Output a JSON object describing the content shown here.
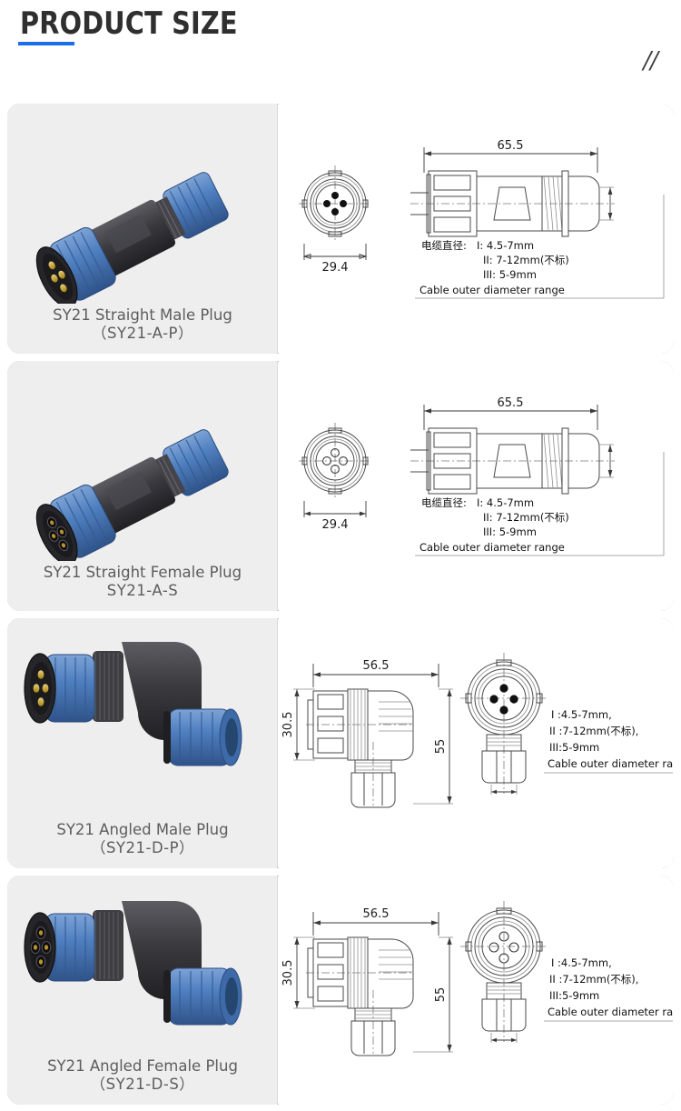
{
  "header": {
    "title": "PRODUCT SIZE",
    "decoration": "//"
  },
  "cards": [
    {
      "id": "sy21-a-p",
      "label_line1": "SY21 Straight Male Plug",
      "label_line2": "（SY21-A-P）",
      "type": "straight",
      "gender": "male",
      "dimensions": {
        "length": "65.5",
        "diameter": "29.4"
      },
      "cable_note": {
        "prefix": "电缆直径:",
        "line1": "I: 4.5-7mm",
        "line2": "II: 7-12mm(不标)",
        "line3": "III: 5-9mm",
        "line4": "Cable outer  diameter range"
      }
    },
    {
      "id": "sy21-a-s",
      "label_line1": "SY21 Straight Female Plug",
      "label_line2": "SY21-A-S",
      "type": "straight",
      "gender": "female",
      "dimensions": {
        "length": "65.5",
        "diameter": "29.4"
      },
      "cable_note": {
        "prefix": "电缆直径:",
        "line1": "I: 4.5-7mm",
        "line2": "II: 7-12mm(不标)",
        "line3": "III: 5-9mm",
        "line4": "Cable outer  diameter range"
      }
    },
    {
      "id": "sy21-d-p",
      "label_line1": "SY21 Angled Male Plug",
      "label_line2": "（SY21-D-P）",
      "type": "angled",
      "gender": "male",
      "dimensions": {
        "length": "56.5",
        "height": "55",
        "width": "30.5"
      },
      "cable_note": {
        "line1": "I :4.5-7mm,",
        "line2": "II :7-12mm(不标),",
        "line3": "III:5-9mm",
        "line4": "Cable outer  diameter range"
      }
    },
    {
      "id": "sy21-d-s",
      "label_line1": "SY21 Angled Female Plug",
      "label_line2": "（SY21-D-S）",
      "type": "angled",
      "gender": "female",
      "dimensions": {
        "length": "56.5",
        "height": "55",
        "width": "30.5"
      },
      "cable_note": {
        "line1": "I :4.5-7mm,",
        "line2": "II :7-12mm(不标),",
        "line3": "III:5-9mm",
        "line4": "Cable outer  diameter range"
      }
    }
  ],
  "colors": {
    "accent": "#1b6fe8",
    "title": "#2f2f2f",
    "panel_bg": "#efeeee",
    "label_text": "#5d5d5d",
    "connector_blue": "#4f7fc0",
    "connector_blue_dark": "#33598f",
    "connector_black": "#3a3a3f",
    "pin_brass": "#c9a227"
  }
}
